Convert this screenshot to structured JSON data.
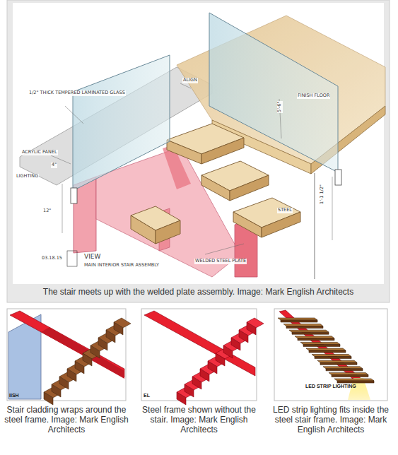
{
  "diagram": {
    "nodes": [
      {
        "text": [
          "The stair meets up with the welded plate assembly. Image: Mark English Architects"
        ]
      },
      {
        "text": [
          "IISH",
          "Stair cladding wraps around the steel frame. Image: Mark English Architects"
        ]
      },
      {
        "text": [
          "EL",
          "Steel frame shown without the stair. Image: Mark English Architects"
        ]
      },
      {
        "text": [
          "LED STRIP LIGHTING",
          "LED strip lighting fits inside the steel stair frame. Image: Mark English Architects"
        ]
      }
    ],
    "labels": [
      "1/2\" THICK TEMPERED LAMINATED GLASS",
      "ACRYLIC PANEL",
      "4\"",
      "LIGHTING",
      "ALIGN",
      "FINISH FLOOR",
      "5'-6\"",
      "STEEL",
      "12\"",
      "1'-1 1/2\"",
      "WELDED STEEL PLATE",
      "VIEW",
      "03.18.15",
      "MAIN INTERIOR STAIR ASSEMBLY"
    ]
  }
}
